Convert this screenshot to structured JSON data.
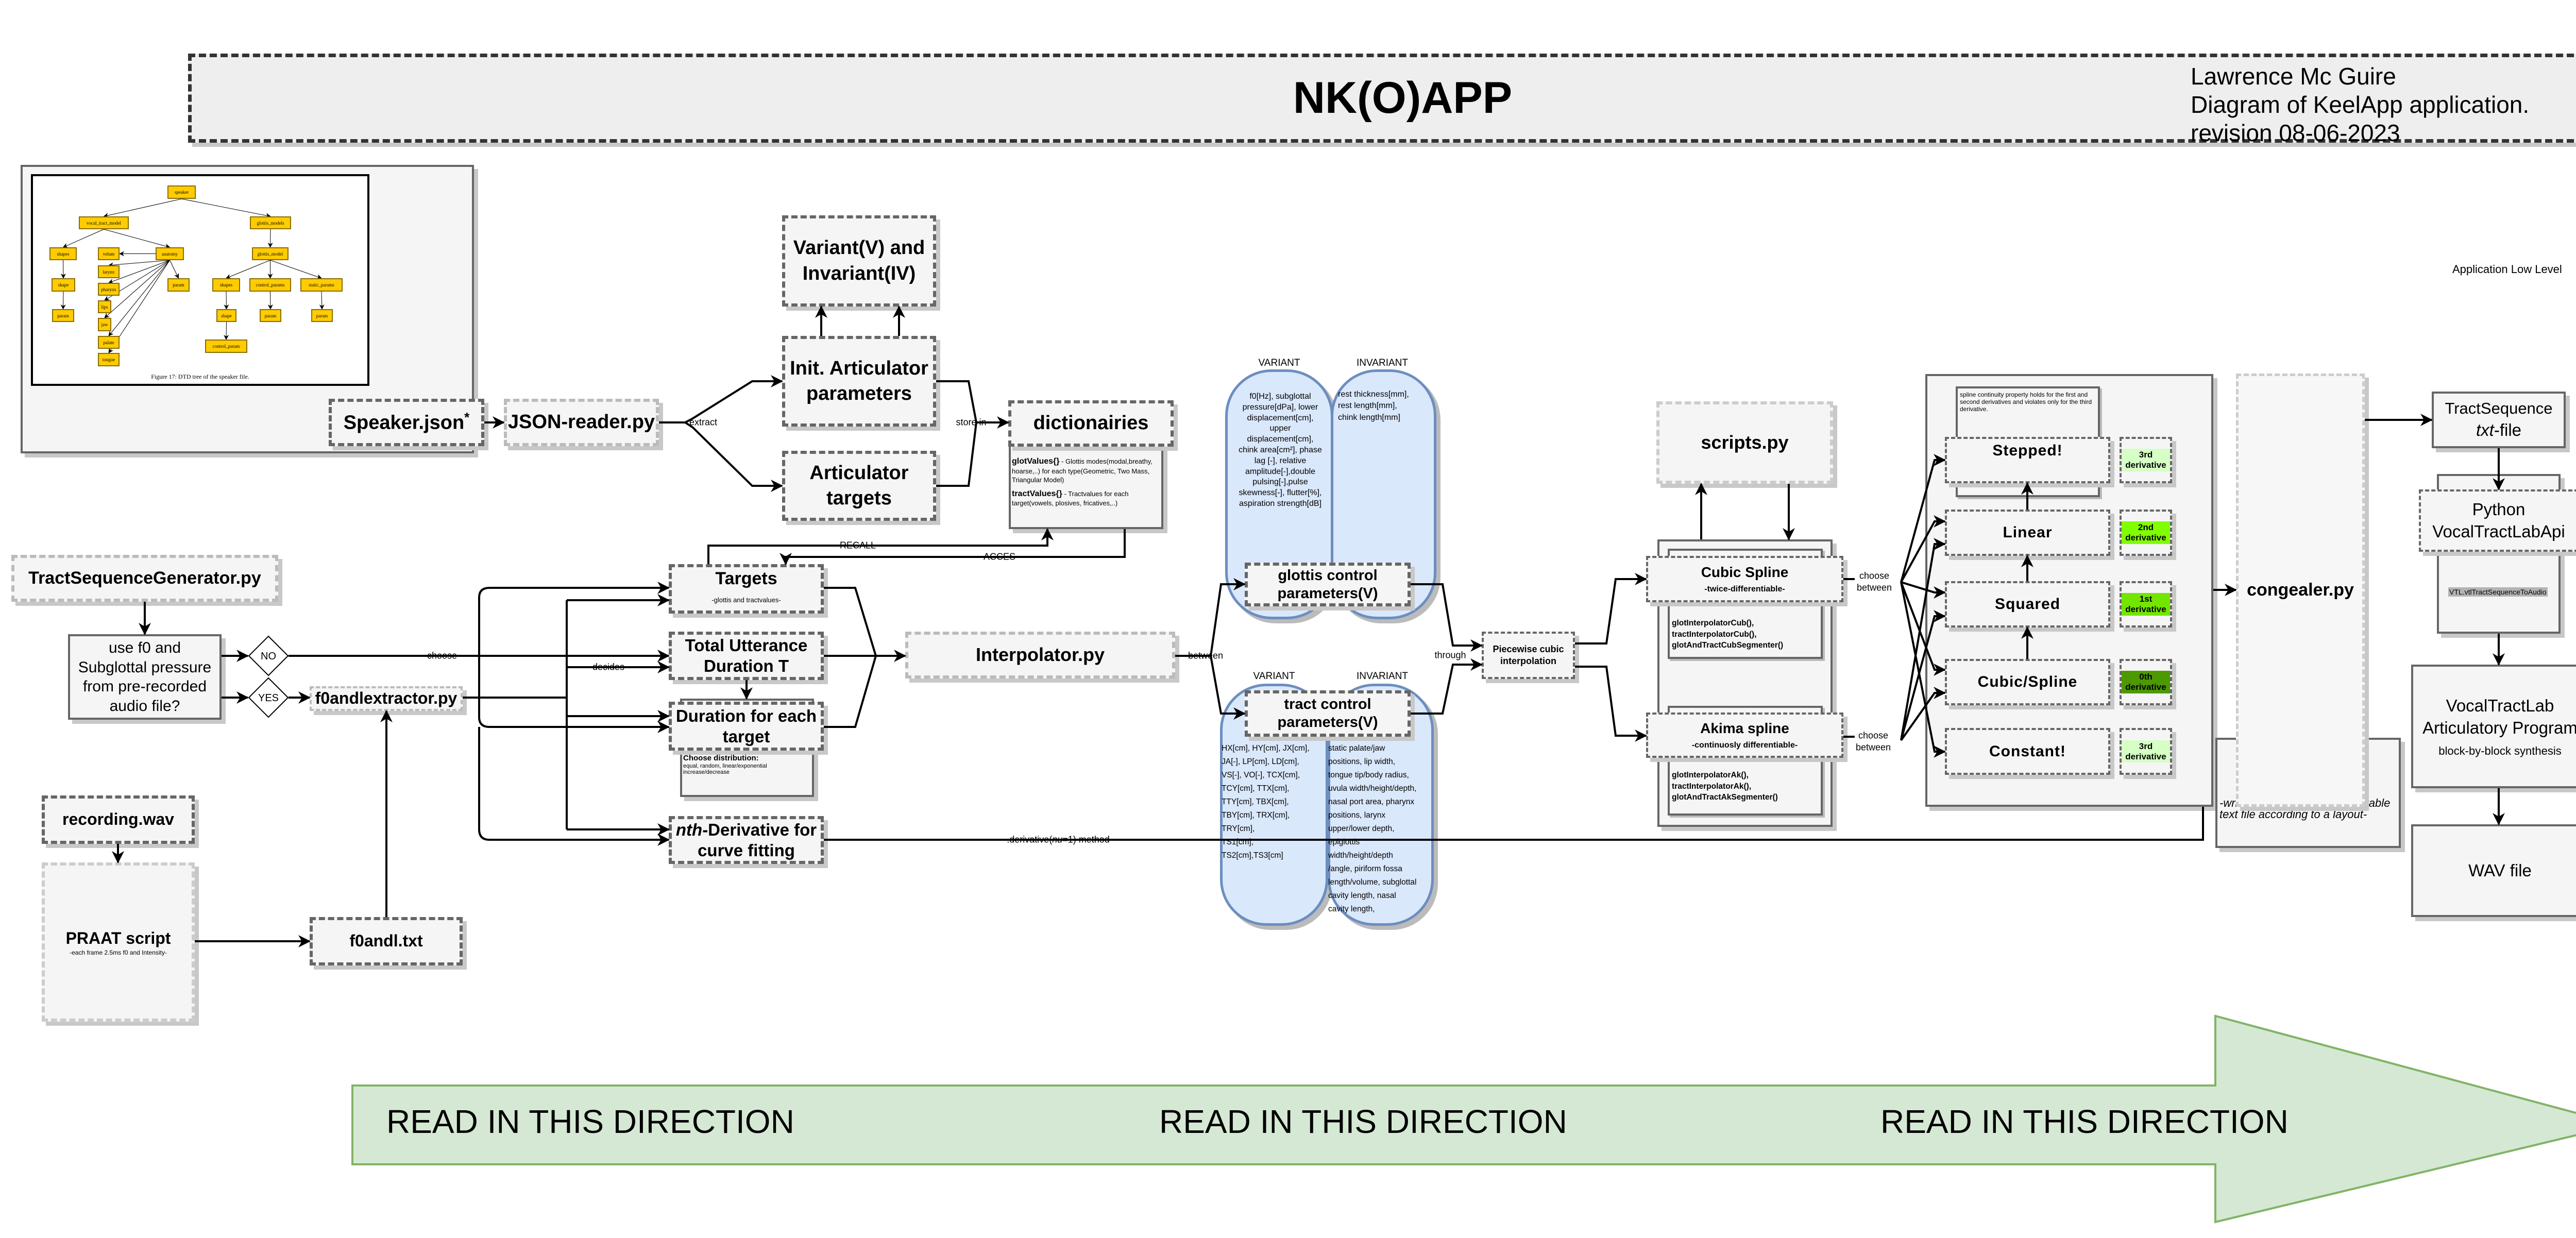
{
  "header": {
    "title": "NK(O)APP",
    "author": "Lawrence Mc Guire",
    "subtitle": "Diagram of KeelApp application.",
    "revision": "revision 08-06-2023"
  },
  "level_label": "Application Low Level",
  "speaker_tree": {
    "caption": "Figure 17: DTD tree of the speaker file.",
    "nodes": [
      "speaker",
      "vocal_tract_model",
      "glottis_models",
      "shapes",
      "velum",
      "anatomy",
      "glottis_model",
      "larynx",
      "shape",
      "pharynx",
      "param",
      "shapes",
      "control_params",
      "static_params",
      "lips",
      "param",
      "shape",
      "param",
      "param",
      "jaw",
      "palate",
      "control_param",
      "tongue"
    ]
  },
  "nodes": {
    "speaker_json": "Speaker.json",
    "speaker_json_mark": "*",
    "json_reader": "JSON-reader.py",
    "variant_invariant": "Variant(V) and\nInvariant(IV)",
    "init_articulator": "Init. Articulator\nparameters",
    "articulator_targets": "Articulator\ntargets",
    "dictionaries": "dictionairies",
    "dict_glot_title": "glotValues{}",
    "dict_glot_desc": " - Glottis modes(modal,breathy, hoarse,..) for each type(Geometric, Two Mass, Triangular Model)",
    "dict_tract_title": "tractValues{}",
    "dict_tract_desc": " - Tractvalues for each target(vowels, plosives, fricatives,..)",
    "tract_seq_gen": "TractSequenceGenerator.py",
    "decision": "use f0 and\nSubglottal pressure\nfrom pre-recorded\naudio file?",
    "no": "NO",
    "yes": "YES",
    "f0_extractor": "f0andlextractor.py",
    "recording": "recording.wav",
    "praat": "PRAAT script",
    "praat_sub": "-each frame 2.5ms f0 and Intensity-",
    "f0_txt": "f0andl.txt",
    "targets": "Targets",
    "targets_sub": "-glottis and tractvalues-",
    "total_duration": "Total Utterance\nDuration T",
    "duration_each": "Duration for each\ntarget",
    "distribution_title": "Choose distribution:",
    "distribution_desc": "equal, random, linear/exponential increase/decrease",
    "nth_derivative_em": "nth",
    "nth_derivative": "-Derivative for\ncurve fitting",
    "interpolator": "Interpolator.py",
    "variant_label": "VARIANT",
    "invariant_label": "INVARIANT",
    "glottis_control": "glottis control\nparameters(V)",
    "glottis_variant_params": "f0[Hz], subglottal pressure[dPa], lower displacement[cm], upper displacement[cm], chink area[cm²], phase lag [-], relative amplitude[-],double pulsing[-],pulse skewness[-], flutter[%], aspiration strength[dB]",
    "glottis_invariant_params": "rest thickness[mm],\nrest length[mm],\nchink length[mm]",
    "tract_control": "tract control\nparameters(V)",
    "tract_variant_params": "HX[cm], HY[cm], JX[cm],\nJA[-], LP[cm], LD[cm],\nVS[-], VO[-], TCX[cm],\nTCY[cm], TTX[cm],\nTTY[cm], TBX[cm],\nTBY[cm], TRX[cm],\nTRY[cm],\nTS1[cm],\nTS2[cm],TS3[cm]",
    "tract_invariant_params": "static palate/jaw\npositions, lip width,\ntongue tip/body radius,\nuvula width/height/depth,\nnasal port area, pharynx\npositions, larynx\nupper/lower depth,\nepiglottis\nwidth/height/depth\n/angle, piriform fossa\nlength/volume, subglottal\ncavity length, nasal\ncavity length,",
    "piecewise": "Piecewise cubic\ninterpolation",
    "scripts": "scripts.py",
    "cubic_spline": "Cubic Spline",
    "cubic_spline_sub": "-twice-differentiable-",
    "cubic_methods": "glotInterpolatorCub(),\ntractInterpolatorCub(),\nglotAndTractCubSegmenter()",
    "akima_spline": "Akima spline",
    "akima_spline_sub": "-continuosly differentiable-",
    "akima_methods": "glotInterpolatorAk(),\ntractInterpolatorAk(),\nglotAndTractAkSegmenter()",
    "spline_note": "spline continuity property holds for the first and second derivatives and violates only for the third derivative.",
    "stepped": "Stepped!",
    "linear": "Linear",
    "squared": "Squared",
    "cubic_spline_opt": "Cubic/Spline",
    "constant": "Constant!",
    "deriv_stepped": "3rd\nderivative",
    "deriv_linear": "2nd\nderivative",
    "deriv_squared": "1st\nderivative",
    "deriv_cubic": "0th\nderivative",
    "deriv_constant": "3rd\nderivative",
    "congealer": "congealer.py",
    "congealer_note": "-write all of this into an executable text file according to a layout-",
    "tract_sequence_a": "TractSequence",
    "tract_sequence_em": "txt",
    "tract_sequence_b": "-file",
    "python_api": "Python\nVocalTractLabApi",
    "vtl_call": "VTL.vtlTractSequenceToAudio",
    "vtl_program": "VocalTractLab\nArticulatory Program",
    "vtl_program_sub": "block-by-block synthesis",
    "wav": "WAV file"
  },
  "edge_labels": {
    "extract": "extract",
    "store_in": "store in",
    "recall": "RECALL",
    "acces": "ACCES",
    "choose": "choose",
    "decides": "decides",
    "between": "between",
    "through": "through",
    "choose_between_1": "choose\nbetween",
    "choose_between_2": "choose\nbetween",
    "derivative_a": ".derivative(",
    "derivative_em": "nu",
    "derivative_b": "=1) method"
  },
  "direction_arrow": {
    "labels": [
      "READ IN THIS DIRECTION",
      "READ IN THIS DIRECTION",
      "READ IN THIS DIRECTION"
    ]
  },
  "colors": {
    "box_fill": "#f5f5f5",
    "box_border": "#666666",
    "param_fill": "#dae8fc",
    "param_border": "#6c8ebf",
    "highlight_fill": "#fff2cc",
    "highlight_border": "#d6b656",
    "deriv_3rd": "#d5ffc4",
    "deriv_2nd": "#80ff00",
    "deriv_1st": "#73e600",
    "deriv_0th": "#4d9900",
    "tree_node": "#ffcc00",
    "direction_fill": "#d5e8d4",
    "direction_border": "#82b366"
  }
}
